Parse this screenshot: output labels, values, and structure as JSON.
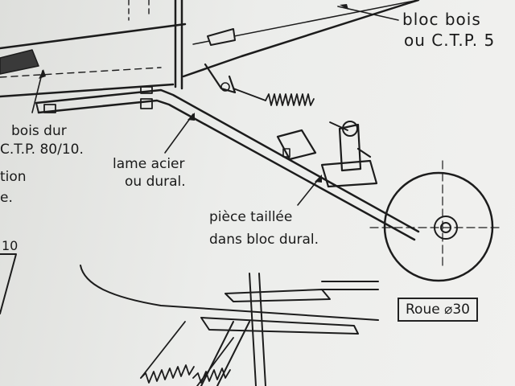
{
  "labels": {
    "bloc_bois_line1": "bloc  bois",
    "bloc_bois_line2": "ou  C.T.P. 5",
    "bois_dur_line1": "bois dur",
    "bois_dur_line2": "C.T.P. 80/10.",
    "tion_fragment": "tion",
    "e_fragment": "e.",
    "ten_fragment": "10",
    "lame_line1": "lame acier",
    "lame_line2": "ou dural.",
    "piece_line1": "pièce taillée",
    "piece_line2": "dans bloc dural.",
    "roue_label": "Roue  ⌀30"
  }
}
